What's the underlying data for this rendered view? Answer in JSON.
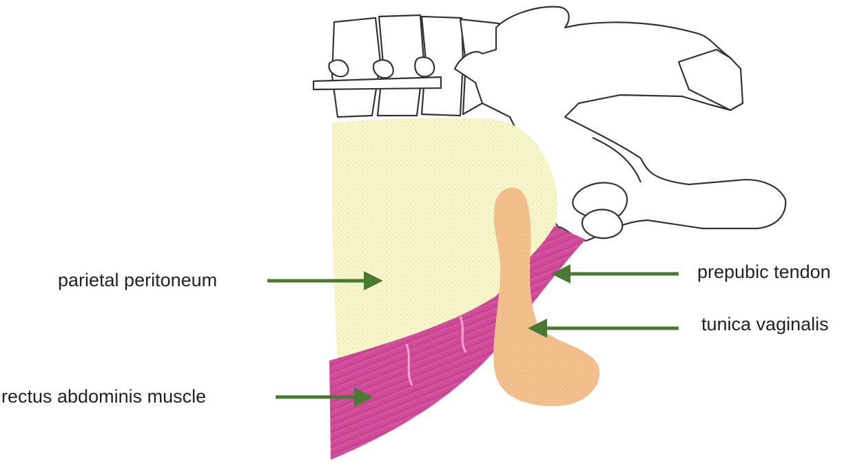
{
  "labels": {
    "parietal_peritoneum": "parietal peritoneum",
    "rectus_abdominis": "rectus abdominis muscle",
    "prepubic_tendon": "prepubic tendon",
    "tunica_vaginalis": "tunica vaginalis"
  },
  "colors": {
    "peritoneum": "#f7f6c8",
    "muscle": "#cf4a98",
    "tunica": "#f4c08e",
    "bone_outline": "#333333",
    "arrow": "#4a7a32",
    "text": "#222222"
  }
}
